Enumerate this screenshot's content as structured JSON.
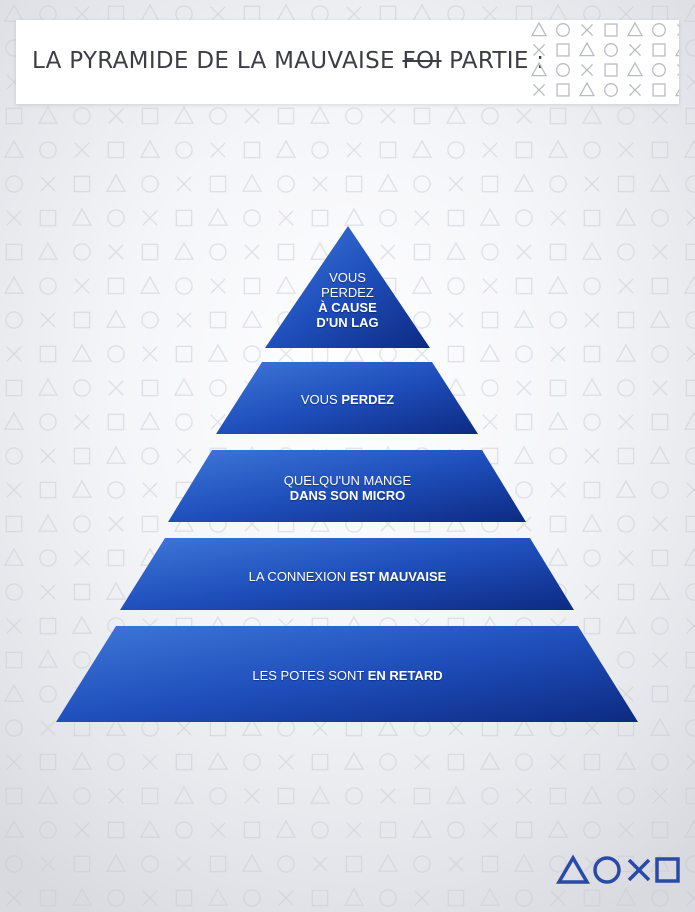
{
  "header": {
    "title_prefix": "LA PYRAMIDE DE LA MAUVAISE ",
    "title_strike": "FOI",
    "title_suffix": " PARTIE :"
  },
  "pyramid": {
    "tiers": [
      {
        "lines": [
          {
            "normal": "VOUS",
            "bold": ""
          },
          {
            "normal": "PERDEZ",
            "bold": ""
          },
          {
            "normal": "",
            "bold": "À CAUSE"
          },
          {
            "normal": "",
            "bold": "D'UN LAG"
          }
        ]
      },
      {
        "lines": [
          {
            "normal": "VOUS ",
            "bold": "PERDEZ"
          }
        ]
      },
      {
        "lines": [
          {
            "normal": "QUELQU'UN MANGE",
            "bold": ""
          },
          {
            "normal": "",
            "bold": "DANS SON MICRO"
          }
        ]
      },
      {
        "lines": [
          {
            "normal": "LA CONNEXION ",
            "bold": "EST MAUVAISE"
          }
        ]
      },
      {
        "lines": [
          {
            "normal": "LES POTES SONT ",
            "bold": "EN RETARD"
          }
        ]
      }
    ]
  },
  "colors": {
    "tier_dark": "#0d2a82",
    "tier_mid": "#1f4fbc",
    "tier_light": "#3f78d8",
    "logo": "#2a4aa8",
    "pattern": "#c9ccd3"
  },
  "icons": {
    "header_pattern": [
      "triangle-icon",
      "circle-icon",
      "cross-icon",
      "square-icon"
    ],
    "footer_logo": [
      "triangle-icon",
      "circle-icon",
      "cross-icon",
      "square-icon"
    ]
  }
}
